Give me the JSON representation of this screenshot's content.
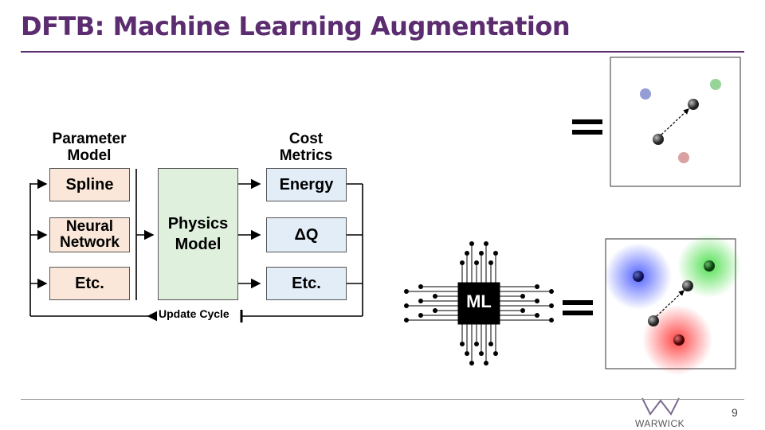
{
  "title": "DFTB: Machine Learning Augmentation",
  "diagram": {
    "parameter_model_heading": "Parameter Model",
    "parameter_boxes": [
      "Spline",
      "Neural Network",
      "Etc."
    ],
    "physics_model": "Physics Model",
    "cost_metrics_heading": "Cost Metrics",
    "cost_boxes": [
      "Energy",
      "ΔQ",
      "Etc."
    ],
    "update_cycle": "Update Cycle"
  },
  "ml_chip_label": "ML",
  "equals_icon": "equals-icon",
  "logo": {
    "text": "WARWICK",
    "icon": "warwick-logo-icon"
  },
  "page_number": "9",
  "colors": {
    "title": "#5b2c6f",
    "parameter_fill": "#fbe7d9",
    "physics_fill": "#dff0dd",
    "cost_fill": "#e3edf8",
    "atom_blue": "#1a237e",
    "atom_green": "#1b5e20",
    "atom_red": "#7f0000"
  }
}
